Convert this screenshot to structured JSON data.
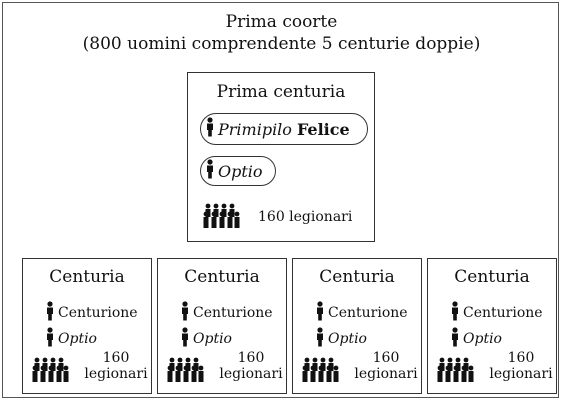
{
  "header": {
    "line1": "Prima coorte",
    "line2": "(800 uomini comprendente 5 centurie doppie)"
  },
  "main_unit": {
    "title": "Prima centuria",
    "primipilo_role": "Primipilo",
    "primipilo_name": "Felice",
    "optio": "Optio",
    "legionaries": "160 legionari"
  },
  "centuries": [
    {
      "title": "Centuria",
      "centurion": "Centurione",
      "optio": "Optio",
      "count": "160",
      "unit": "legionari"
    },
    {
      "title": "Centuria",
      "centurion": "Centurione",
      "optio": "Optio",
      "count": "160",
      "unit": "legionari"
    },
    {
      "title": "Centuria",
      "centurion": "Centurione",
      "optio": "Optio",
      "count": "160",
      "unit": "legionari"
    },
    {
      "title": "Centuria",
      "centurion": "Centurione",
      "optio": "Optio",
      "count": "160",
      "unit": "legionari"
    }
  ],
  "icons": {
    "person": "person-icon",
    "group": "legionaries-group-icon"
  },
  "colors": {
    "ink": "#111111",
    "border": "#333333"
  }
}
